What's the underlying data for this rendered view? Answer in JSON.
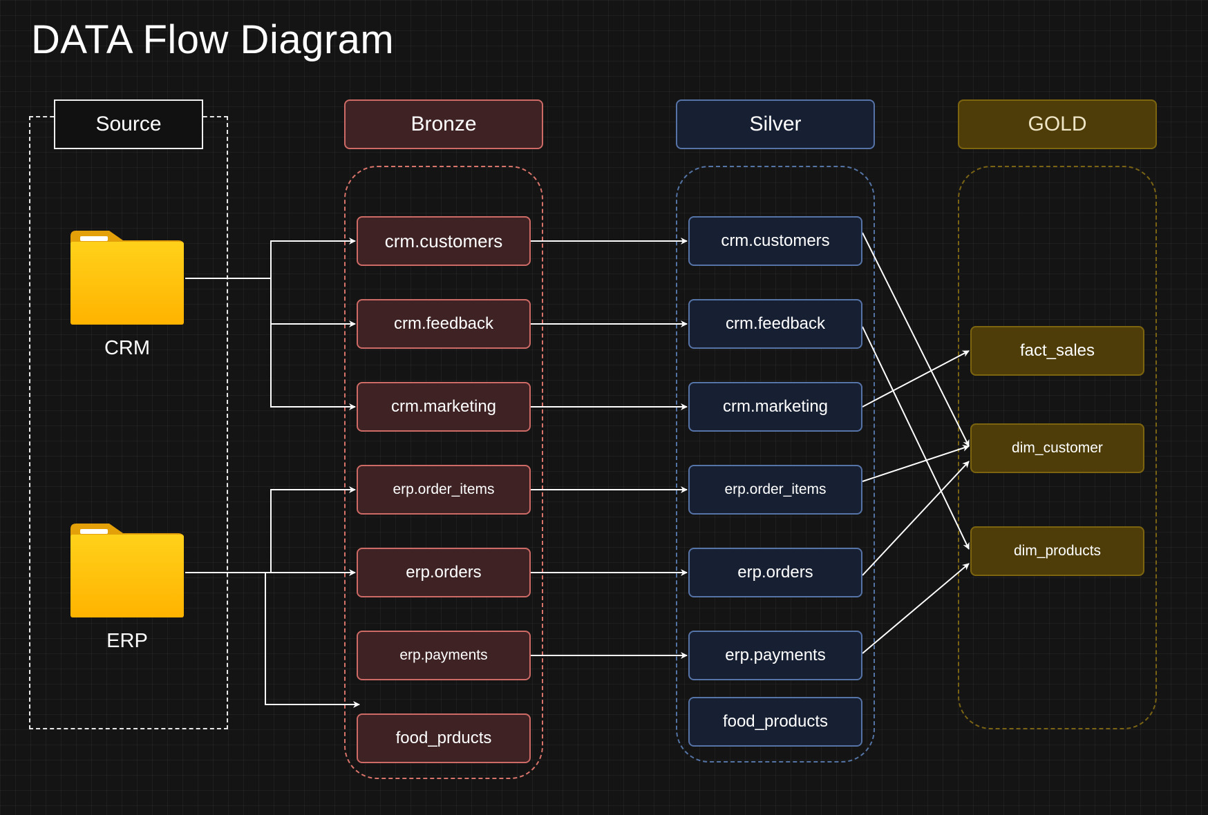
{
  "title": "DATA Flow Diagram",
  "headers": {
    "source": "Source",
    "bronze": "Bronze",
    "silver": "Silver",
    "gold": "GOLD"
  },
  "sources": {
    "crm": "CRM",
    "erp": "ERP"
  },
  "bronze": [
    "crm.customers",
    "crm.feedback",
    "crm.marketing",
    "erp.order_items",
    "erp.orders",
    "erp.payments",
    "food_prducts"
  ],
  "silver": [
    "crm.customers",
    "crm.feedback",
    "crm.marketing",
    "erp.order_items",
    "erp.orders",
    "erp.payments",
    "food_products"
  ],
  "gold": [
    "fact_sales",
    "dim_customer",
    "dim_products"
  ],
  "colors": {
    "background": "#141414",
    "bronze_fill": "#3e2224",
    "bronze_border": "#cf6b66",
    "silver_fill": "#172033",
    "silver_border": "#5674a8",
    "gold_fill": "#4e3d08",
    "gold_border": "#7d6510",
    "folder": "#ffc107"
  }
}
